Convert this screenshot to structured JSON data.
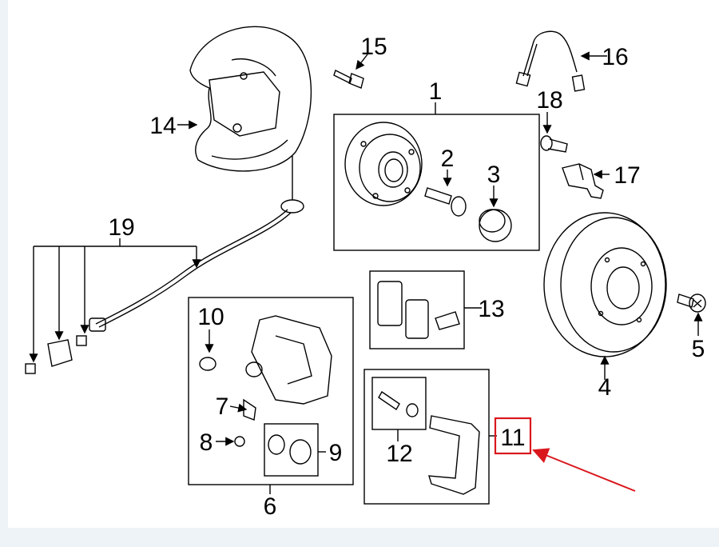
{
  "diagram": {
    "labels": {
      "p1": "1",
      "p2": "2",
      "p3": "3",
      "p4": "4",
      "p5": "5",
      "p6": "6",
      "p7": "7",
      "p8": "8",
      "p9": "9",
      "p10": "10",
      "p11": "11",
      "p12": "12",
      "p13": "13",
      "p14": "14",
      "p15": "15",
      "p16": "16",
      "p17": "17",
      "p18": "18",
      "p19": "19"
    },
    "highlight": {
      "part": "11",
      "color": "#d9181e"
    },
    "line_color": "#000000"
  }
}
